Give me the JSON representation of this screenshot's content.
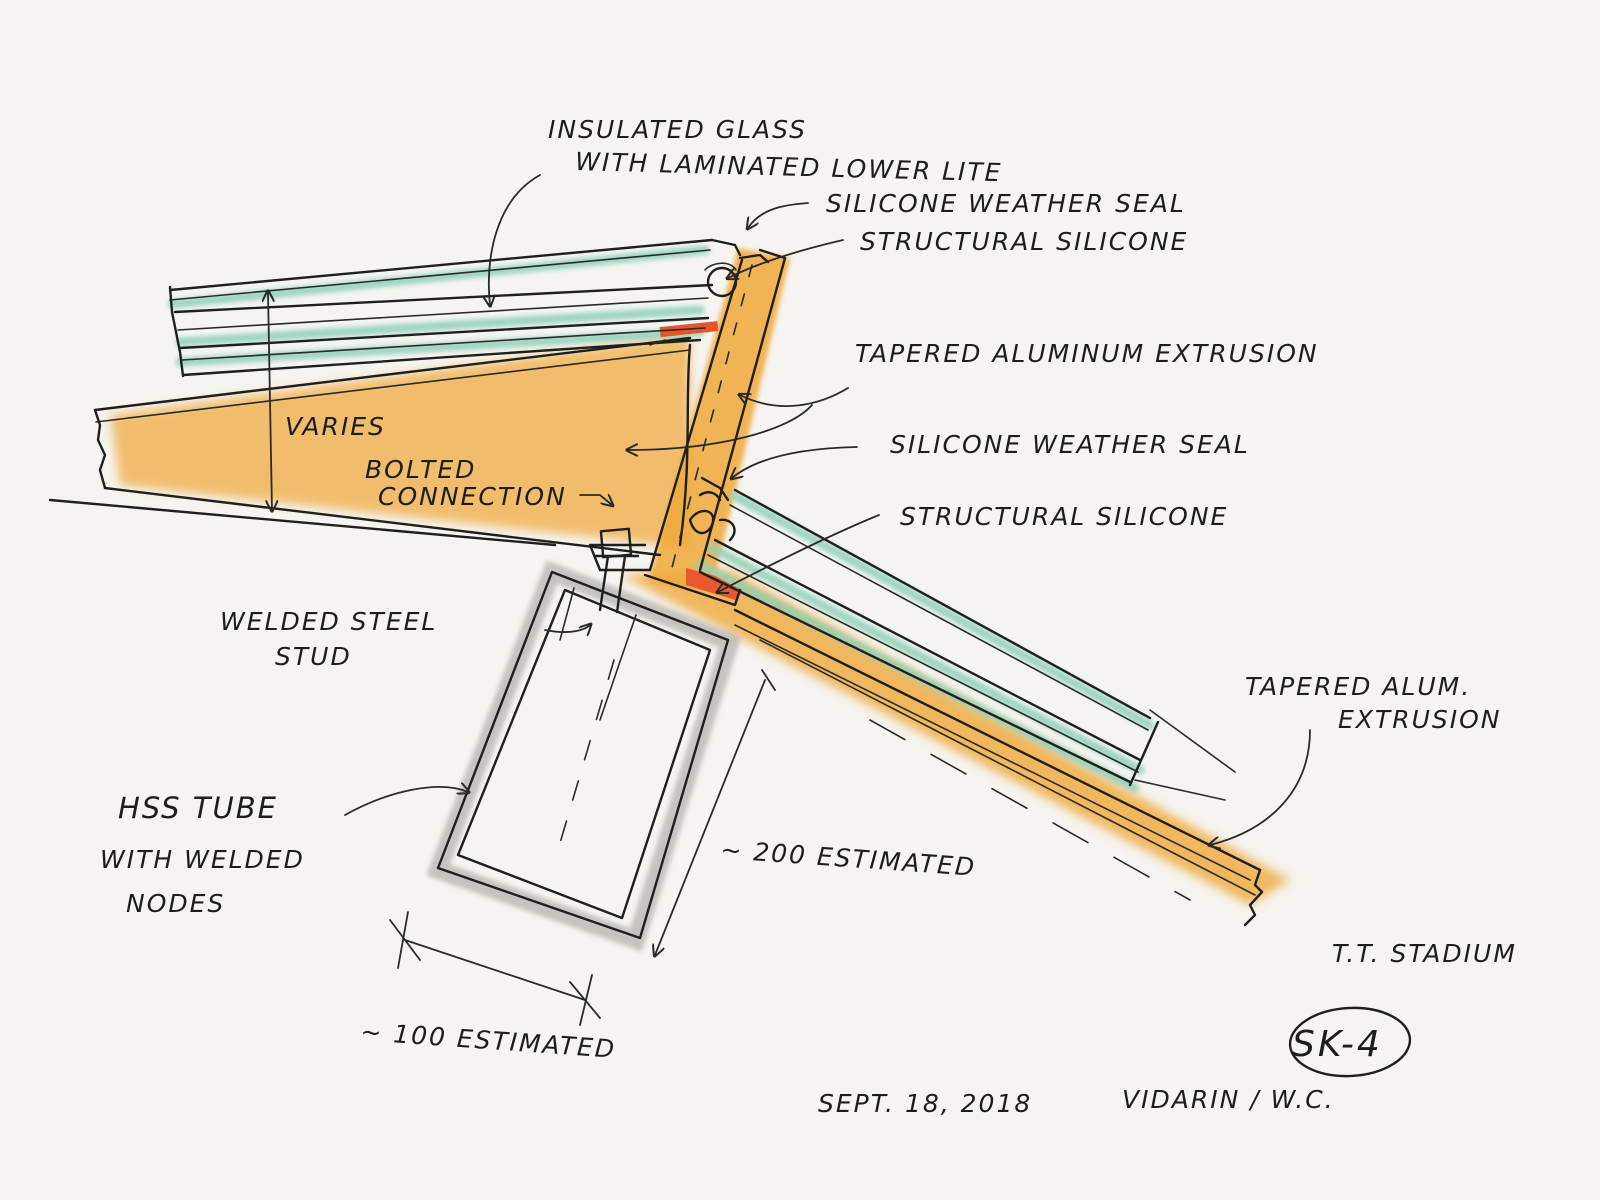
{
  "colors": {
    "paper": "#f5f4f0",
    "ink": "#1f1f1d",
    "aluminum": "#f0a93a",
    "glass": "#8fd0b8",
    "steel": "#b9b7b3",
    "silicone": "#e8532d"
  },
  "labels": {
    "insulated_glass_1": "INSULATED GLASS",
    "insulated_glass_2": "WITH LAMINATED LOWER LITE",
    "silicone_seal_top": "SILICONE WEATHER SEAL",
    "structural_silicone_top": "STRUCTURAL SILICONE",
    "tapered_extrusion": "TAPERED ALUMINUM EXTRUSION",
    "silicone_seal_mid": "SILICONE WEATHER SEAL",
    "structural_silicone_mid": "STRUCTURAL SILICONE",
    "varies": "VARIES",
    "bolted_1": "BOLTED",
    "bolted_2": "CONNECTION",
    "stud_1": "WELDED STEEL",
    "stud_2": "STUD",
    "tapered_alum_1": "TAPERED ALUM.",
    "tapered_alum_2": "EXTRUSION",
    "hss_1": "HSS TUBE",
    "hss_2": "WITH WELDED",
    "hss_3": "NODES",
    "dim_200": "~ 200 ESTIMATED",
    "dim_100": "~ 100 ESTIMATED",
    "project": "T.T. STADIUM",
    "sheet": "SK-4",
    "date": "SEPT. 18, 2018",
    "author": "VIDARIN / W.C."
  }
}
